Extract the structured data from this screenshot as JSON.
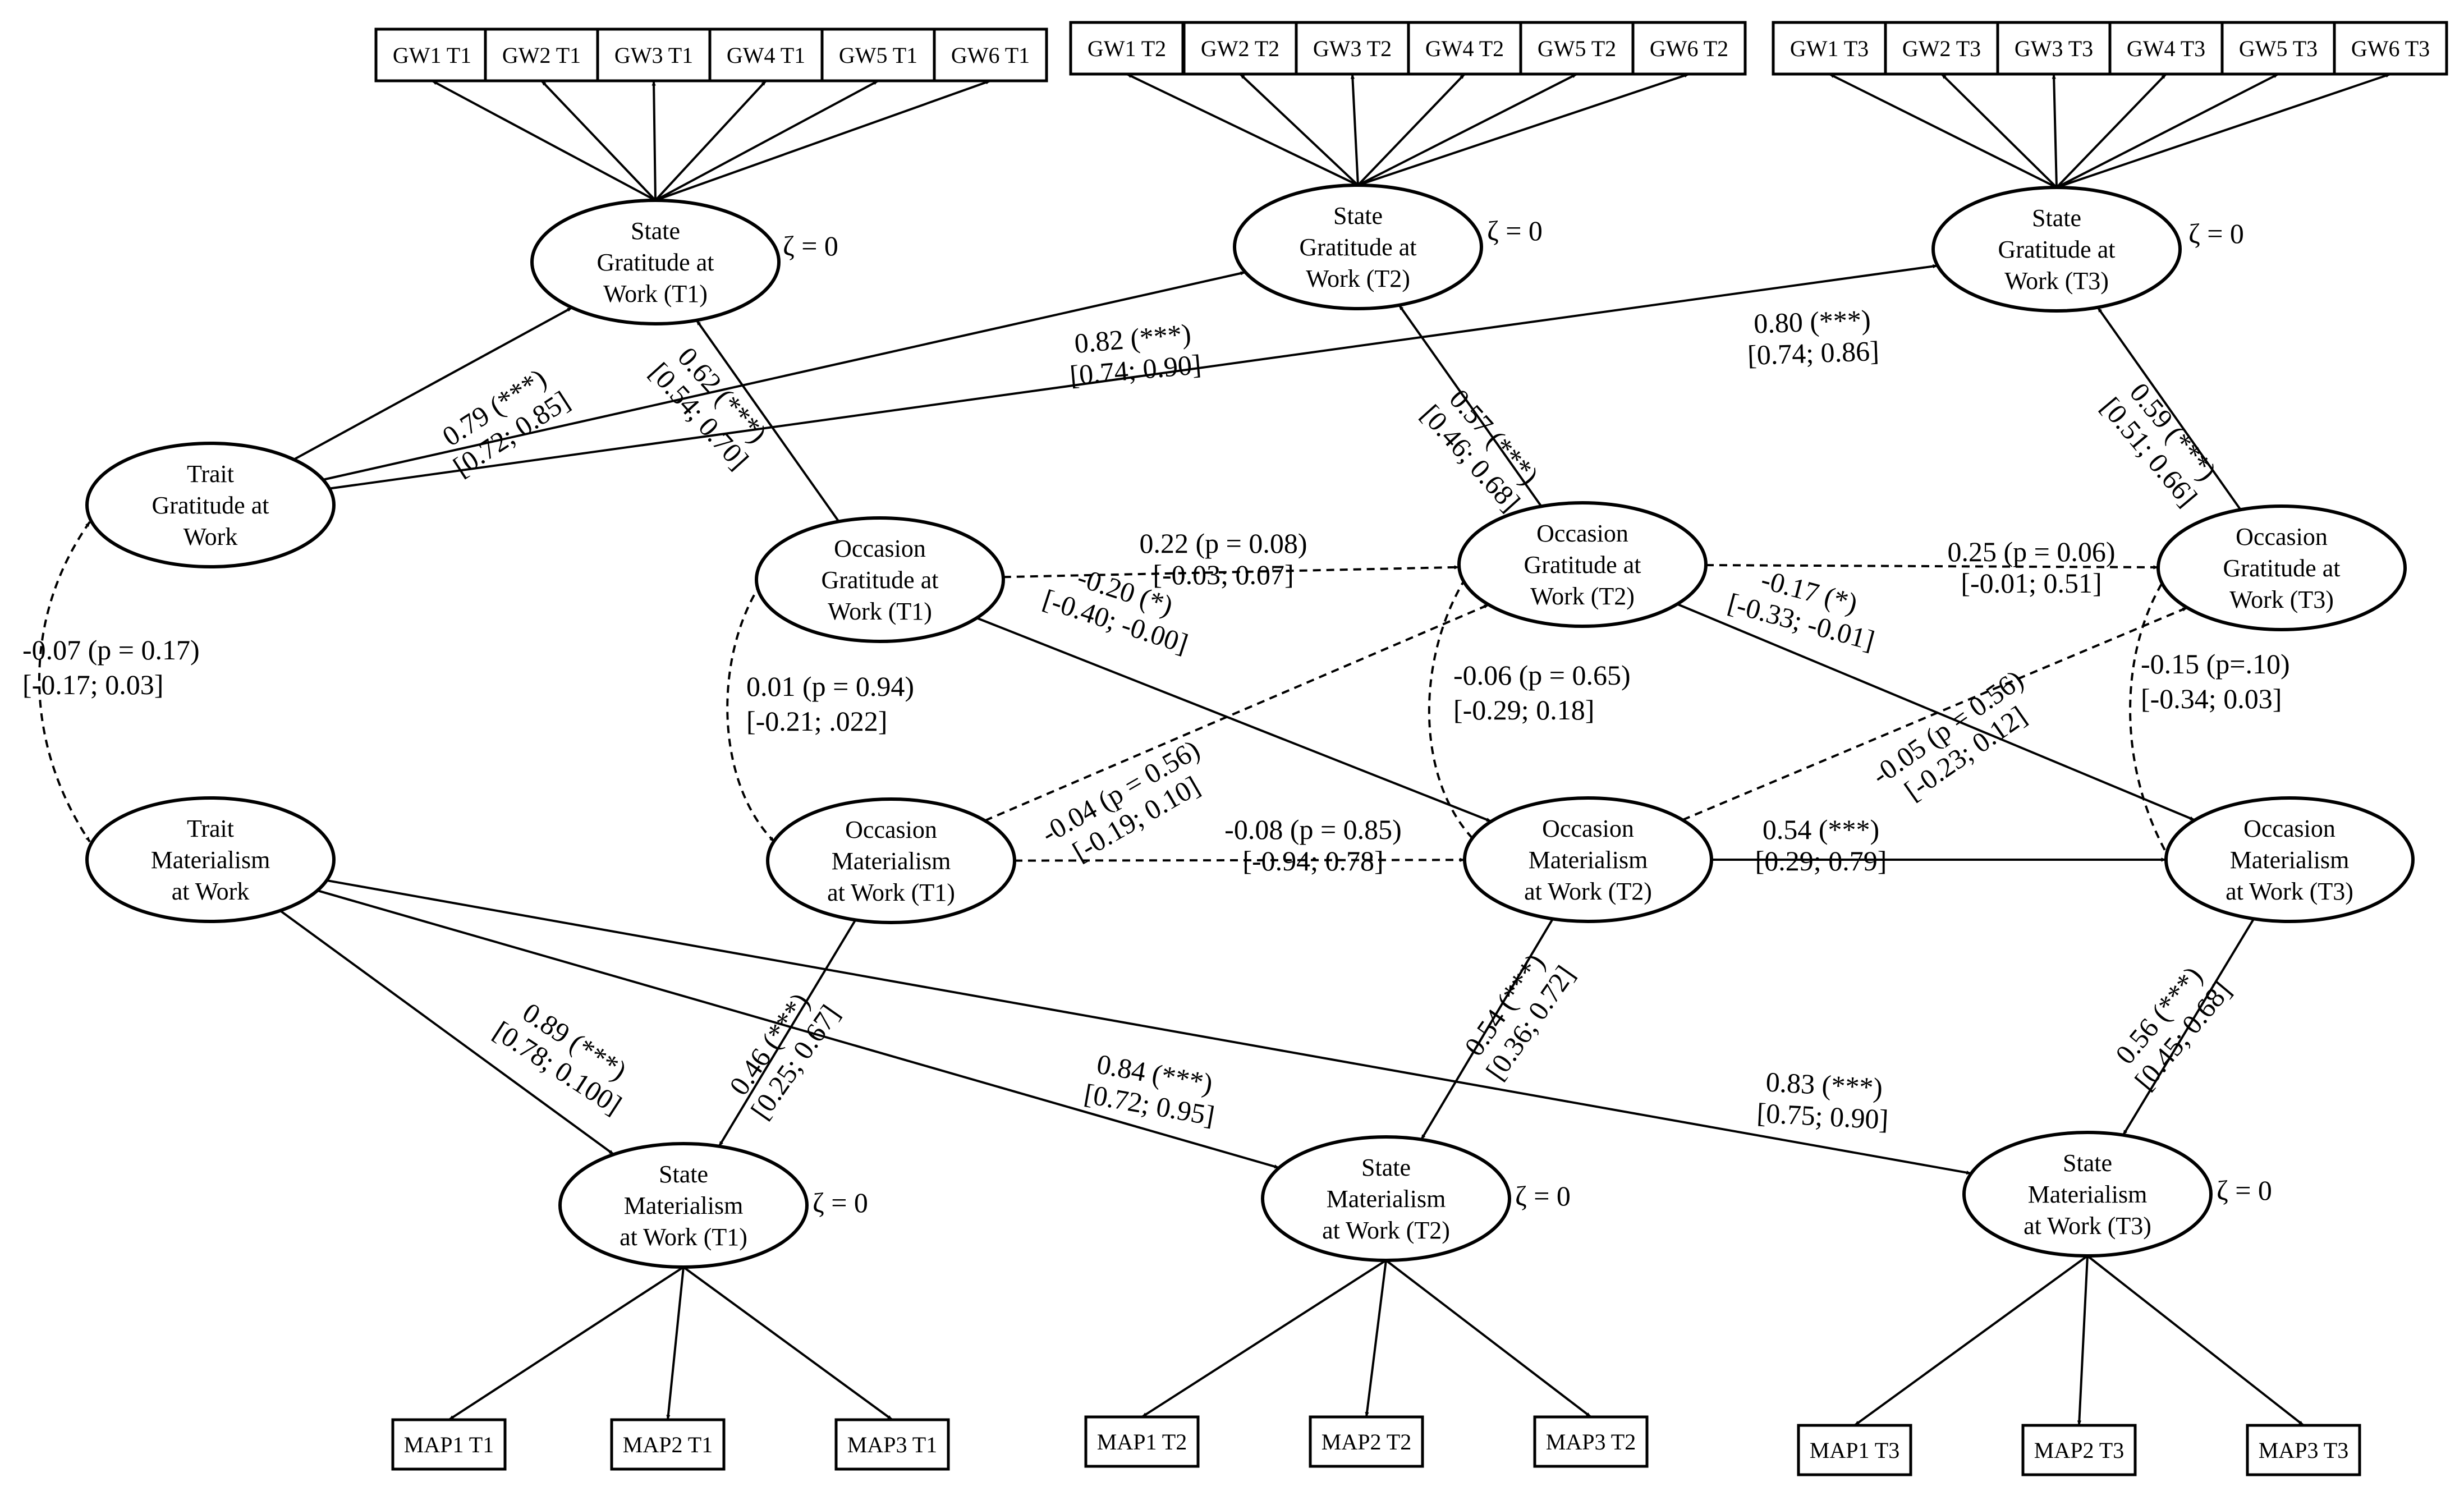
{
  "indicators": {
    "gw_t1": [
      "GW1 T1",
      "GW2 T1",
      "GW3 T1",
      "GW4 T1",
      "GW5 T1",
      "GW6 T1"
    ],
    "gw_t2": [
      "GW1 T2",
      "GW2 T2",
      "GW3 T2",
      "GW4 T2",
      "GW5 T2",
      "GW6 T2"
    ],
    "gw_t3": [
      "GW1 T3",
      "GW2 T3",
      "GW3 T3",
      "GW4 T3",
      "GW5 T3",
      "GW6 T3"
    ],
    "map_t1": [
      "MAP1 T1",
      "MAP2 T1",
      "MAP3 T1"
    ],
    "map_t2": [
      "MAP1 T2",
      "MAP2 T2",
      "MAP3 T2"
    ],
    "map_t3": [
      "MAP1 T3",
      "MAP2 T3",
      "MAP3 T3"
    ]
  },
  "latents": {
    "sg1": [
      "State",
      "Gratitude at",
      "Work (T1)"
    ],
    "sg2": [
      "State",
      "Gratitude at",
      "Work (T2)"
    ],
    "sg3": [
      "State",
      "Gratitude at",
      "Work (T3)"
    ],
    "trait_g": [
      "Trait",
      "Gratitude at",
      "Work"
    ],
    "trait_m": [
      "Trait",
      "Materialism",
      "at Work"
    ],
    "og1": [
      "Occasion",
      "Gratitude at",
      "Work (T1)"
    ],
    "og2": [
      "Occasion",
      "Gratitude at",
      "Work (T2)"
    ],
    "og3": [
      "Occasion",
      "Gratitude at",
      "Work (T3)"
    ],
    "om1": [
      "Occasion",
      "Materialism",
      "at Work (T1)"
    ],
    "om2": [
      "Occasion",
      "Materialism",
      "at Work (T2)"
    ],
    "om3": [
      "Occasion",
      "Materialism",
      "at Work (T3)"
    ],
    "sm1": [
      "State",
      "Materialism",
      "at Work (T1)"
    ],
    "sm2": [
      "State",
      "Materialism",
      "at Work (T2)"
    ],
    "sm3": [
      "State",
      "Materialism",
      "at Work (T3)"
    ]
  },
  "zeta_label": "ζ = 0",
  "coefficients": {
    "trait_g_sg1": [
      "0.79 (***)",
      "[0.72; 0.85]"
    ],
    "og1_sg1": [
      "0.62 (***)",
      "[0.54; 0.70]"
    ],
    "trait_g_sg2": [
      "0.82 (***)",
      "[0.74; 0.90]"
    ],
    "og2_sg2": [
      "0.57 (***)",
      "[0.46; 0.68]"
    ],
    "trait_g_sg3": [
      "0.80 (***)",
      "[0.74; 0.86]"
    ],
    "og3_sg3": [
      "0.59 (***)",
      "[0.51; 0.66]"
    ],
    "trait_cov": [
      "-0.07 (p = 0.17)",
      "[-0.17; 0.03]"
    ],
    "og1_om1_cov": [
      "0.01 (p = 0.94)",
      "[-0.21; .022]"
    ],
    "og2_om2_cov": [
      "-0.06 (p = 0.65)",
      "[-0.29; 0.18]"
    ],
    "og3_om3_cov": [
      "-0.15 (p=.10)",
      "[-0.34; 0.03]"
    ],
    "og1_og2": [
      "0.22 (p = 0.08)",
      "[-0.03; 0.07]"
    ],
    "og2_og3": [
      "0.25 (p = 0.06)",
      "[-0.01; 0.51]"
    ],
    "og1_om2": [
      "-0.20 (*)",
      "[-0.40; -0.00]"
    ],
    "og2_om3": [
      "-0.17 (*)",
      "[-0.33; -0.01]"
    ],
    "om1_og2": [
      "-0.04 (p = 0.56)",
      "[-0.19; 0.10]"
    ],
    "om2_og3": [
      "-0.05 (p = 0.56)",
      "[-0.23; 0.12]"
    ],
    "om1_om2": [
      "-0.08 (p = 0.85)",
      "[-0.94; 0.78]"
    ],
    "om2_om3": [
      "0.54 (***)",
      "[0.29; 0.79]"
    ],
    "trait_m_sm1": [
      "0.89 (***)",
      "[0.78; 0.100]"
    ],
    "om1_sm1": [
      "0.46 (***)",
      "[0.25; 0.67]"
    ],
    "trait_m_sm2": [
      "0.84 (***)",
      "[0.72; 0.95]"
    ],
    "om2_sm2": [
      "0.54 (***)",
      "[0.36; 0.72]"
    ],
    "trait_m_sm3": [
      "0.83 (***)",
      "[0.75; 0.90]"
    ],
    "om3_sm3": [
      "0.56 (***)",
      "[0.45; 0.68]"
    ]
  }
}
